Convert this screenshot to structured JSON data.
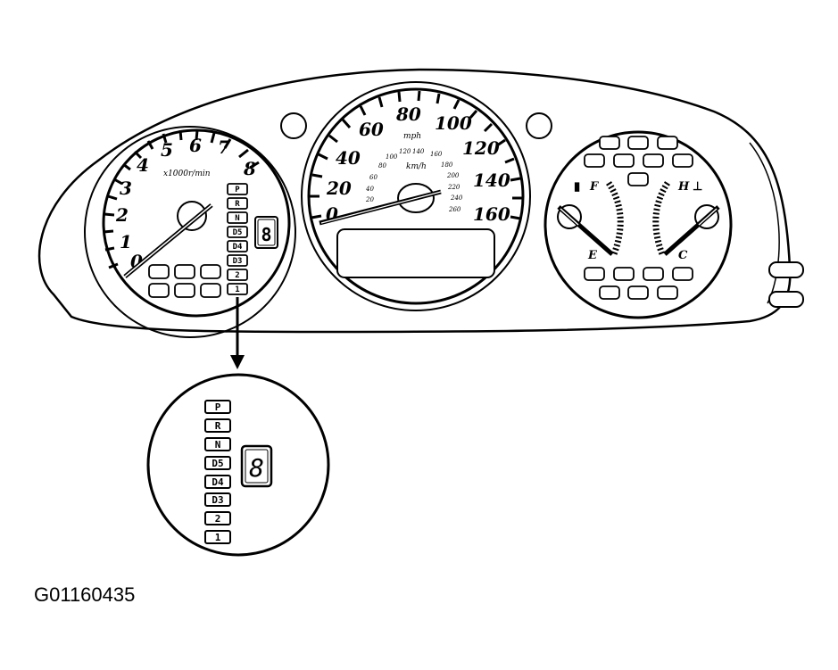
{
  "figure": {
    "caption_id": "G01160435",
    "colors": {
      "line": "#000000",
      "background": "#ffffff"
    }
  },
  "tachometer": {
    "numerals": [
      "0",
      "1",
      "2",
      "3",
      "4",
      "5",
      "6",
      "7",
      "8"
    ],
    "unit_label": "x1000r/min",
    "needle_value": "0"
  },
  "speedometer": {
    "mph_numerals": [
      "0",
      "20",
      "40",
      "60",
      "80",
      "100",
      "120",
      "140",
      "160"
    ],
    "mph_label": "mph",
    "kmh_numerals": [
      "20",
      "40",
      "60",
      "80",
      "100",
      "120",
      "140",
      "160",
      "180",
      "200",
      "220",
      "240",
      "260"
    ],
    "kmh_label": "km/h",
    "needle_value": "0"
  },
  "fuel_gauge": {
    "full_label": "F",
    "empty_label": "E",
    "icon": "fuel-pump-icon"
  },
  "temp_gauge": {
    "hot_label": "H",
    "cold_label": "C",
    "icon": "coolant-temp-icon"
  },
  "gear_indicator": {
    "positions": [
      "P",
      "R",
      "N",
      "D5",
      "D4",
      "D3",
      "2",
      "1"
    ],
    "digit_display": "8"
  },
  "detail_view": {
    "positions": [
      "P",
      "R",
      "N",
      "D5",
      "D4",
      "D3",
      "2",
      "1"
    ],
    "digit_display": "8"
  }
}
